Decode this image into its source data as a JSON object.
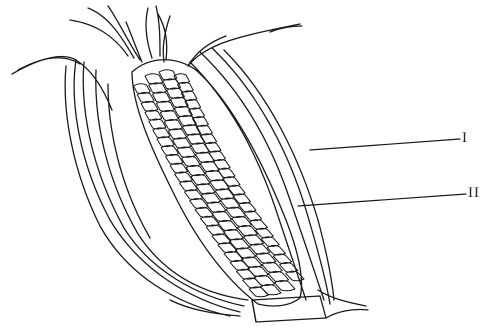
{
  "diagram": {
    "labels": [
      {
        "id": "I",
        "text": "I"
      },
      {
        "id": "II",
        "text": "II"
      }
    ],
    "colors": {
      "line": "#1a1a1a",
      "background": "#ffffff"
    }
  }
}
